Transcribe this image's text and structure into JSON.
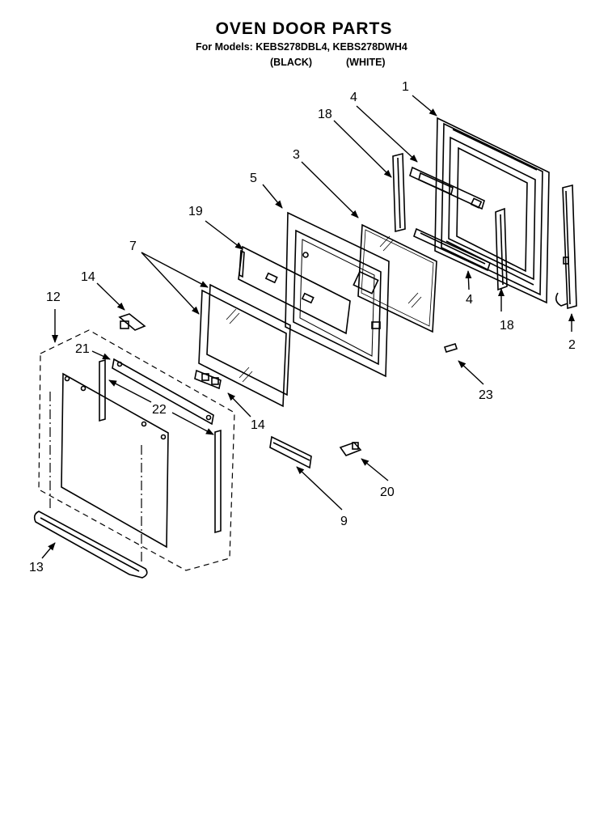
{
  "header": {
    "title": "OVEN DOOR PARTS",
    "models": "For Models: KEBS278DBL4, KEBS278DWH4",
    "variant_black": "(BLACK)",
    "variant_white": "(WHITE)"
  },
  "callouts": {
    "c1": "1",
    "c2": "2",
    "c3": "3",
    "c4a": "4",
    "c4b": "4",
    "c5": "5",
    "c7": "7",
    "c9": "9",
    "c12": "12",
    "c13": "13",
    "c14a": "14",
    "c14b": "14",
    "c18a": "18",
    "c18b": "18",
    "c19": "19",
    "c20": "20",
    "c21": "21",
    "c22": "22",
    "c23": "23"
  }
}
